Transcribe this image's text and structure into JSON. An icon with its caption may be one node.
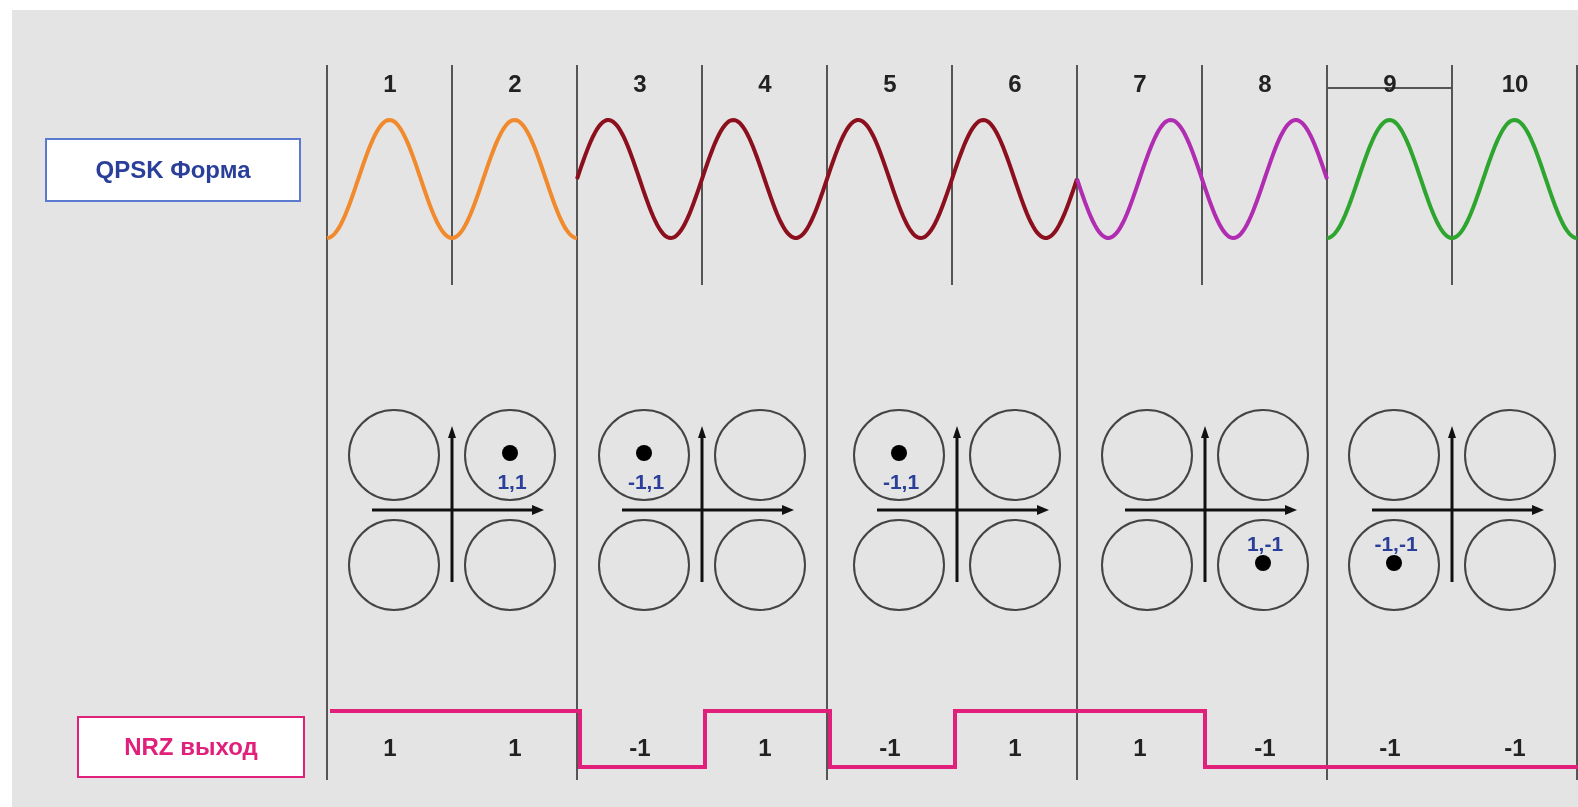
{
  "diagram": {
    "nodes": [
      {
        "text": [
          "QPSK Форма"
        ]
      },
      {
        "text": [
          "NRZ выход"
        ]
      }
    ],
    "labels": [
      "1",
      "2",
      "3",
      "4",
      "5",
      "6",
      "7",
      "8",
      "9",
      "10",
      "1,1",
      "-1,1",
      "-1,1",
      "1,-1",
      "-1,-1",
      "1",
      "1",
      "-1",
      "1",
      "-1",
      "1",
      "1",
      "-1",
      "-1",
      "-1"
    ]
  }
}
